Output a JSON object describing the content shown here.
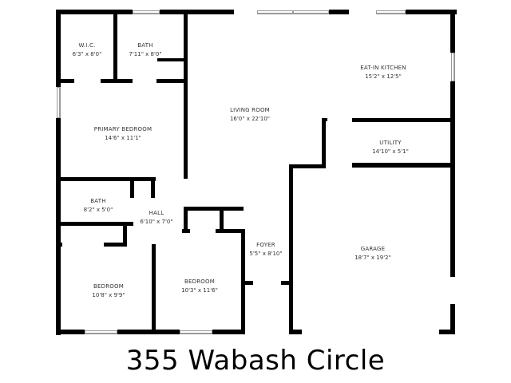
{
  "title": "355 Wabash Circle",
  "rooms": {
    "wic": {
      "name": "W.I.C.",
      "dims": "6'3\" x 8'0\""
    },
    "bath1": {
      "name": "BATH",
      "dims": "7'11\" x 8'0\""
    },
    "living": {
      "name": "LIVING ROOM",
      "dims": "16'0\" x 22'10\""
    },
    "kitchen": {
      "name": "EAT-IN KITCHEN",
      "dims": "15'2\" x 12'5\""
    },
    "primary": {
      "name": "PRIMARY BEDROOM",
      "dims": "14'6\" x 11'1\""
    },
    "utility": {
      "name": "UTILITY",
      "dims": "14'10\" x 5'1\""
    },
    "bath2": {
      "name": "BATH",
      "dims": "8'2\" x 5'0\""
    },
    "hall": {
      "name": "HALL",
      "dims": "6'10\" x 7'0\""
    },
    "foyer": {
      "name": "FOYER",
      "dims": "5'5\" x 8'10\""
    },
    "garage": {
      "name": "GARAGE",
      "dims": "18'7\" x 19'2\""
    },
    "bedroom1": {
      "name": "BEDROOM",
      "dims": "10'8\" x 9'9\""
    },
    "bedroom2": {
      "name": "BEDROOM",
      "dims": "10'3\" x 11'6\""
    }
  }
}
